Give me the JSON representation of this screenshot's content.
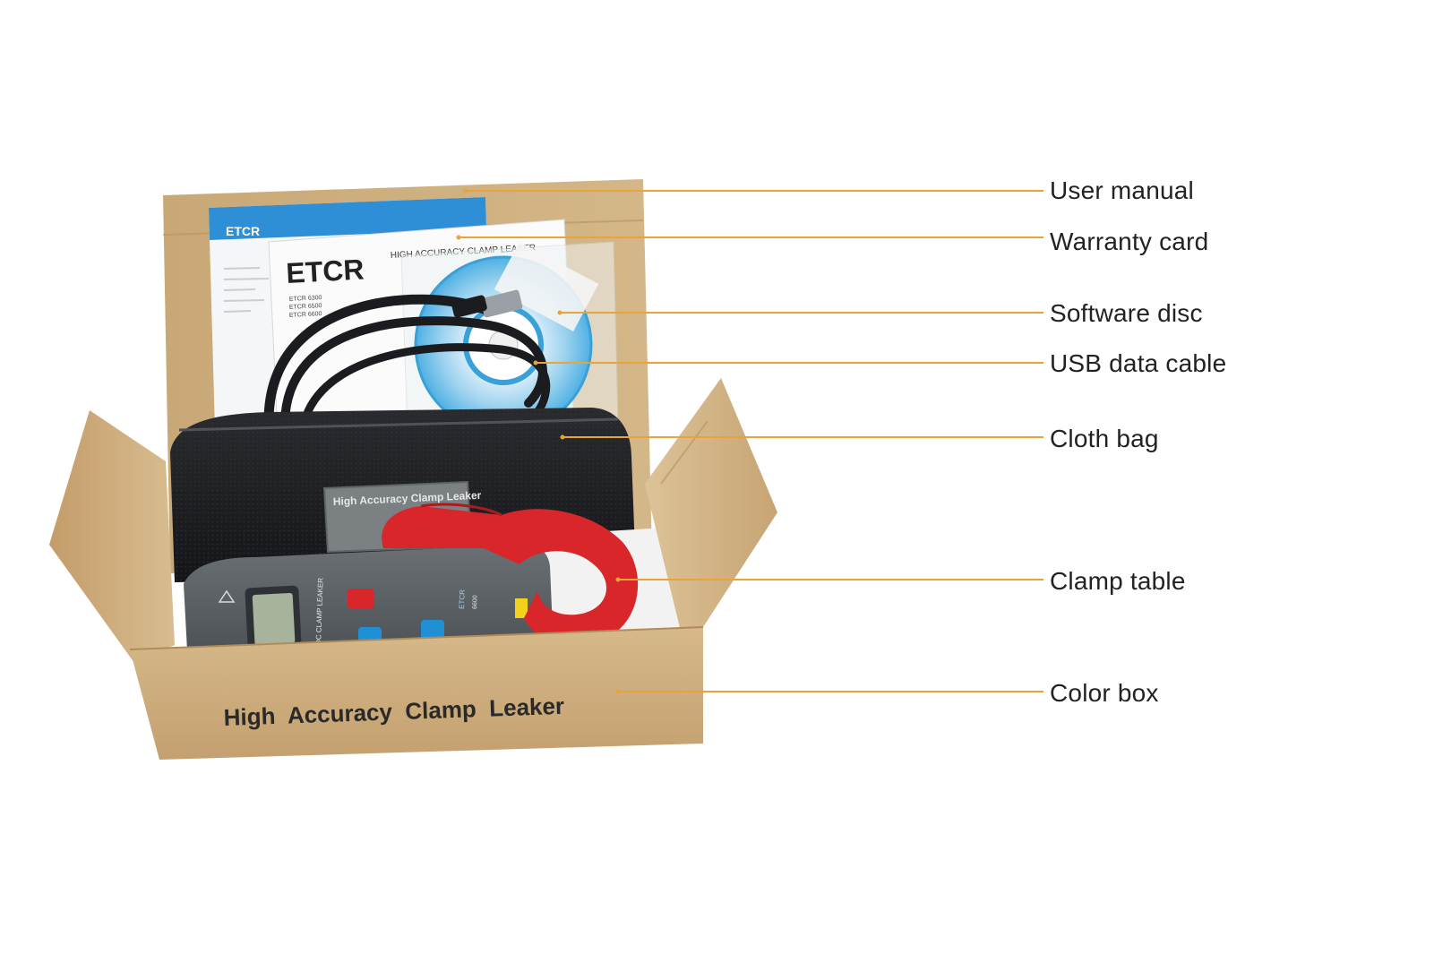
{
  "colors": {
    "leader_line": "#e8a33a",
    "cardboard": "#c9a877",
    "manual_blue": "#2f8fd6",
    "clamp_red": "#d8262b",
    "device_gray": "#5a5f63",
    "bag_black": "#1c1d20"
  },
  "labels": {
    "user_manual": "User manual",
    "warranty_card": "Warranty card",
    "software_disc": "Software disc",
    "usb_data_cable": "USB data cable",
    "cloth_bag": "Cloth bag",
    "clamp_table": "Clamp table",
    "color_box": "Color box"
  },
  "product": {
    "box_print": "High  Accuracy  Clamp  Leaker",
    "manual_brand": "ETCR",
    "manual_header": "ETCR",
    "manual_subtitle": "HIGH ACCURACY CLAMP LEAKER",
    "manual_models": [
      "ETCR 6300",
      "ETCR 6500",
      "ETCR 6600"
    ],
    "bag_patch": "High Accuracy Clamp Leaker",
    "device_side": "DC CLAMP LEAKER",
    "device_model": "6600",
    "device_brand": "ETCR"
  }
}
